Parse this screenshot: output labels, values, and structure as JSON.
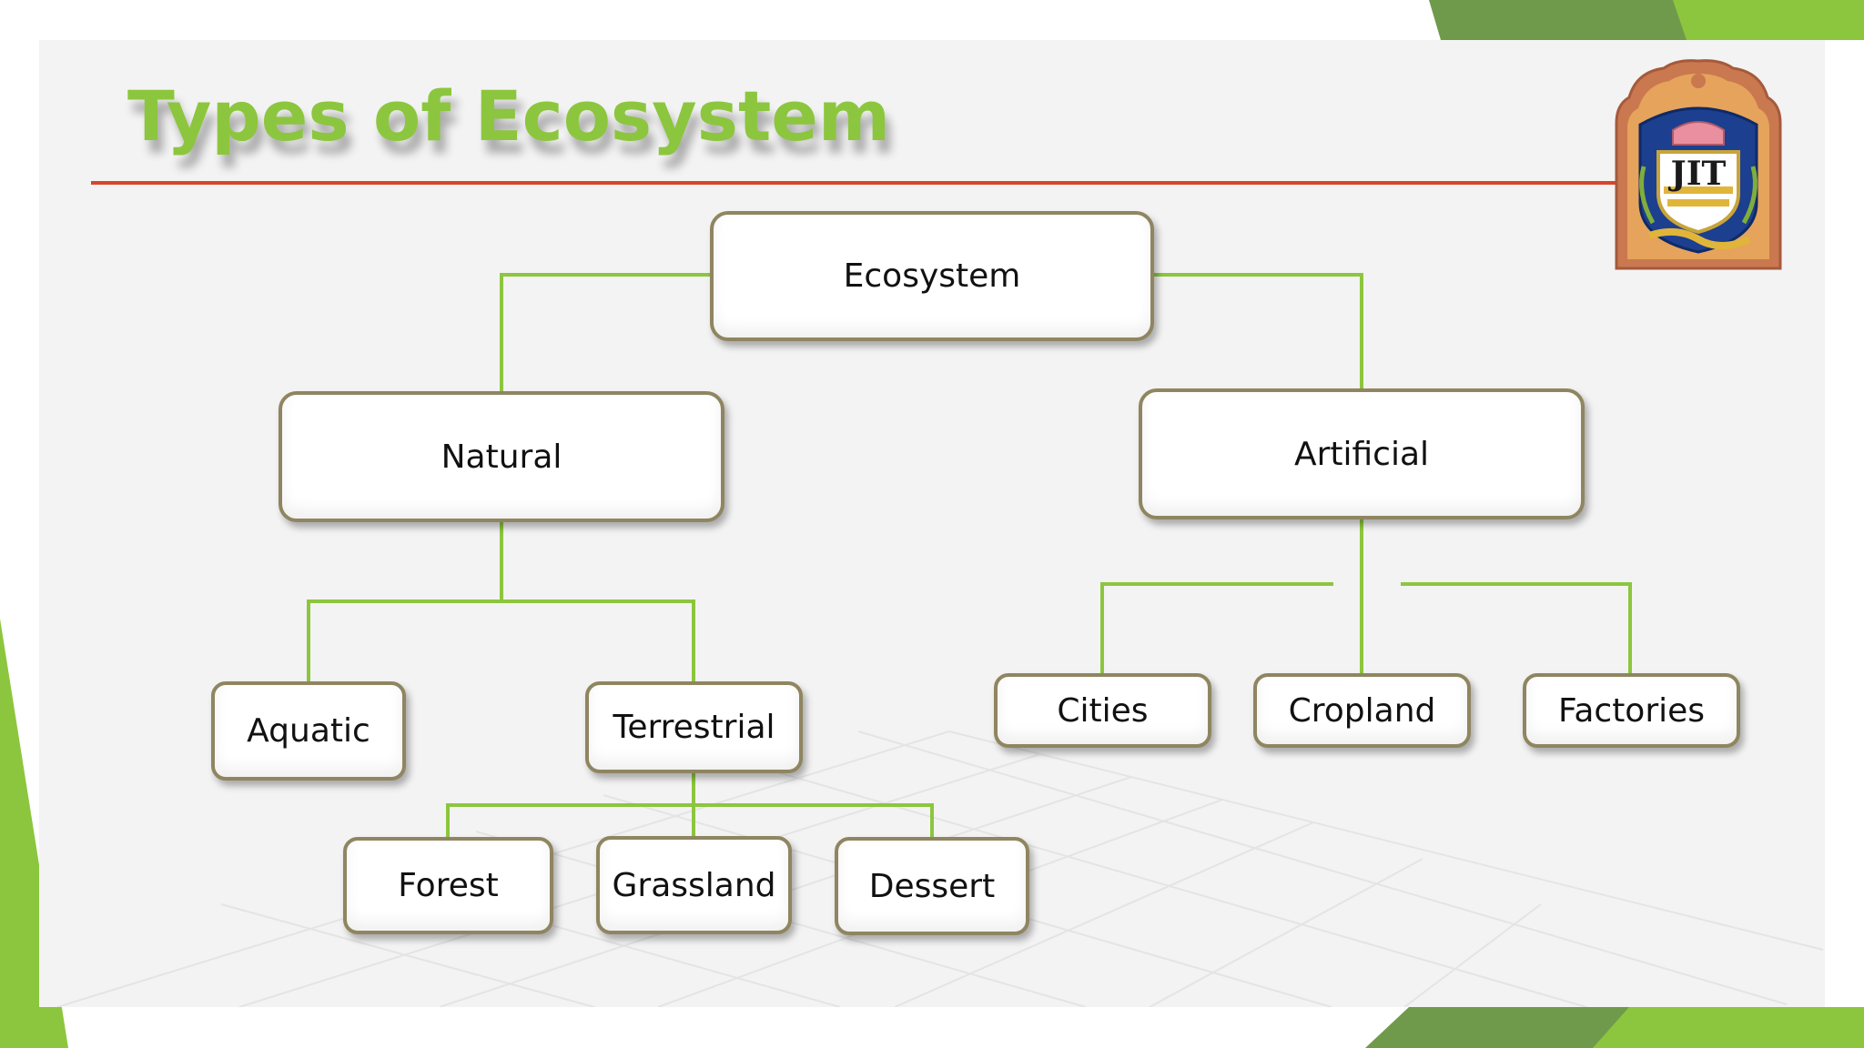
{
  "slide": {
    "title": "Types of Ecosystem"
  },
  "colors": {
    "title": "#8cc63e",
    "connector": "#8cc63e",
    "rule": "#d9452b",
    "node_border": "#8f8560",
    "panel": "#f3f3f3"
  },
  "diagram": {
    "root": "Ecosystem",
    "natural": "Natural",
    "artificial": "Artificial",
    "aquatic": "Aquatic",
    "terrestrial": "Terrestrial",
    "forest": "Forest",
    "grassland": "Grassland",
    "dessert": "Dessert",
    "cities": "Cities",
    "cropland": "Cropland",
    "factories": "Factories"
  },
  "logo": {
    "monogram": "JIT",
    "icon": "college-crest-logo"
  }
}
